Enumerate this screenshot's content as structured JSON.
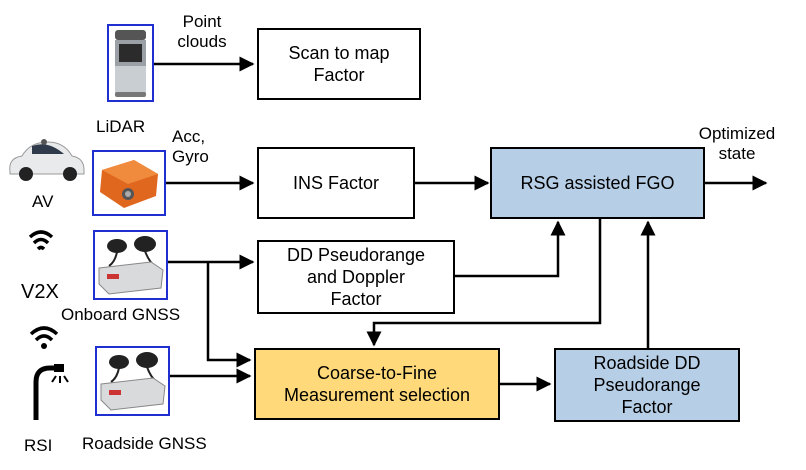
{
  "sensors": {
    "lidar": "LiDAR",
    "av": "AV",
    "v2x": "V2X",
    "onboard_gnss": "Onboard GNSS",
    "roadside_gnss": "Roadside GNSS",
    "rsi": "RSI"
  },
  "edge_labels": {
    "point_clouds": "Point\nclouds",
    "acc_gyro": "Acc,\nGyro",
    "optimized_state": "Optimized\nstate"
  },
  "blocks": {
    "scan_to_map": "Scan to map\nFactor",
    "ins_factor": "INS Factor",
    "dd_pseudorange_doppler": "DD Pseudorange\nand Doppler\nFactor",
    "rsg_fgo": "RSG assisted FGO",
    "coarse_to_fine": "Coarse-to-Fine\nMeasurement selection",
    "roadside_dd": "Roadside DD\nPseudorange\nFactor"
  },
  "colors": {
    "rsg_fill": "#b7cfe6",
    "roadside_fill": "#b7cfe6",
    "coarse_fill": "#ffd97a",
    "image_frame": "#1f2fd0"
  },
  "icons": {
    "lidar_image": "lidar-sensor-icon",
    "imu_image": "imu-device-icon",
    "onboard_receiver_image": "gnss-receiver-icon",
    "roadside_receiver_image": "gnss-receiver-icon",
    "car": "car-icon",
    "v2x": "wireless-signal-icon",
    "rsi": "roadside-lamp-icon"
  }
}
